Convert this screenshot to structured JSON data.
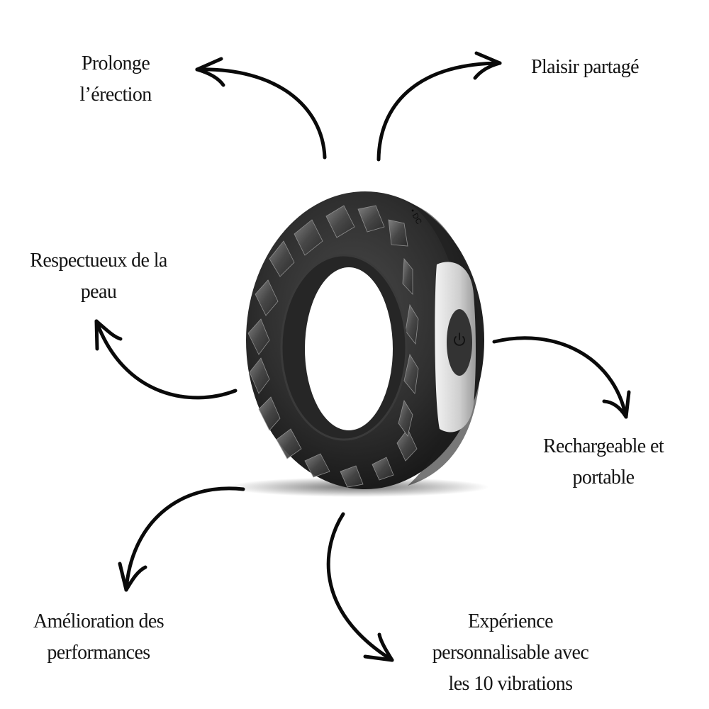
{
  "product": {
    "name": "vibrating-ring",
    "power_button_icon": "power-icon",
    "charge_port_marking": "• DC"
  },
  "features": [
    {
      "id": "prolonge",
      "lines": [
        "Prolonge",
        "l’érection"
      ],
      "arrow_direction": "up-left"
    },
    {
      "id": "plaisir",
      "lines": [
        "Plaisir partagé"
      ],
      "arrow_direction": "up-right"
    },
    {
      "id": "peau",
      "lines": [
        "Respectueux de la",
        "peau"
      ],
      "arrow_direction": "left-up"
    },
    {
      "id": "recharge",
      "lines": [
        "Rechargeable et",
        "portable"
      ],
      "arrow_direction": "right-down"
    },
    {
      "id": "amelioration",
      "lines": [
        "Amélioration des",
        "performances"
      ],
      "arrow_direction": "down-left"
    },
    {
      "id": "experience",
      "lines": [
        "Expérience",
        "personnalisable avec",
        "les 10 vibrations"
      ],
      "arrow_direction": "down-right"
    }
  ],
  "colors": {
    "background": "#ffffff",
    "text": "#141414",
    "ring_body": "#2b2b2b",
    "ring_panel": "#d9d9d9",
    "button": "#333333"
  }
}
